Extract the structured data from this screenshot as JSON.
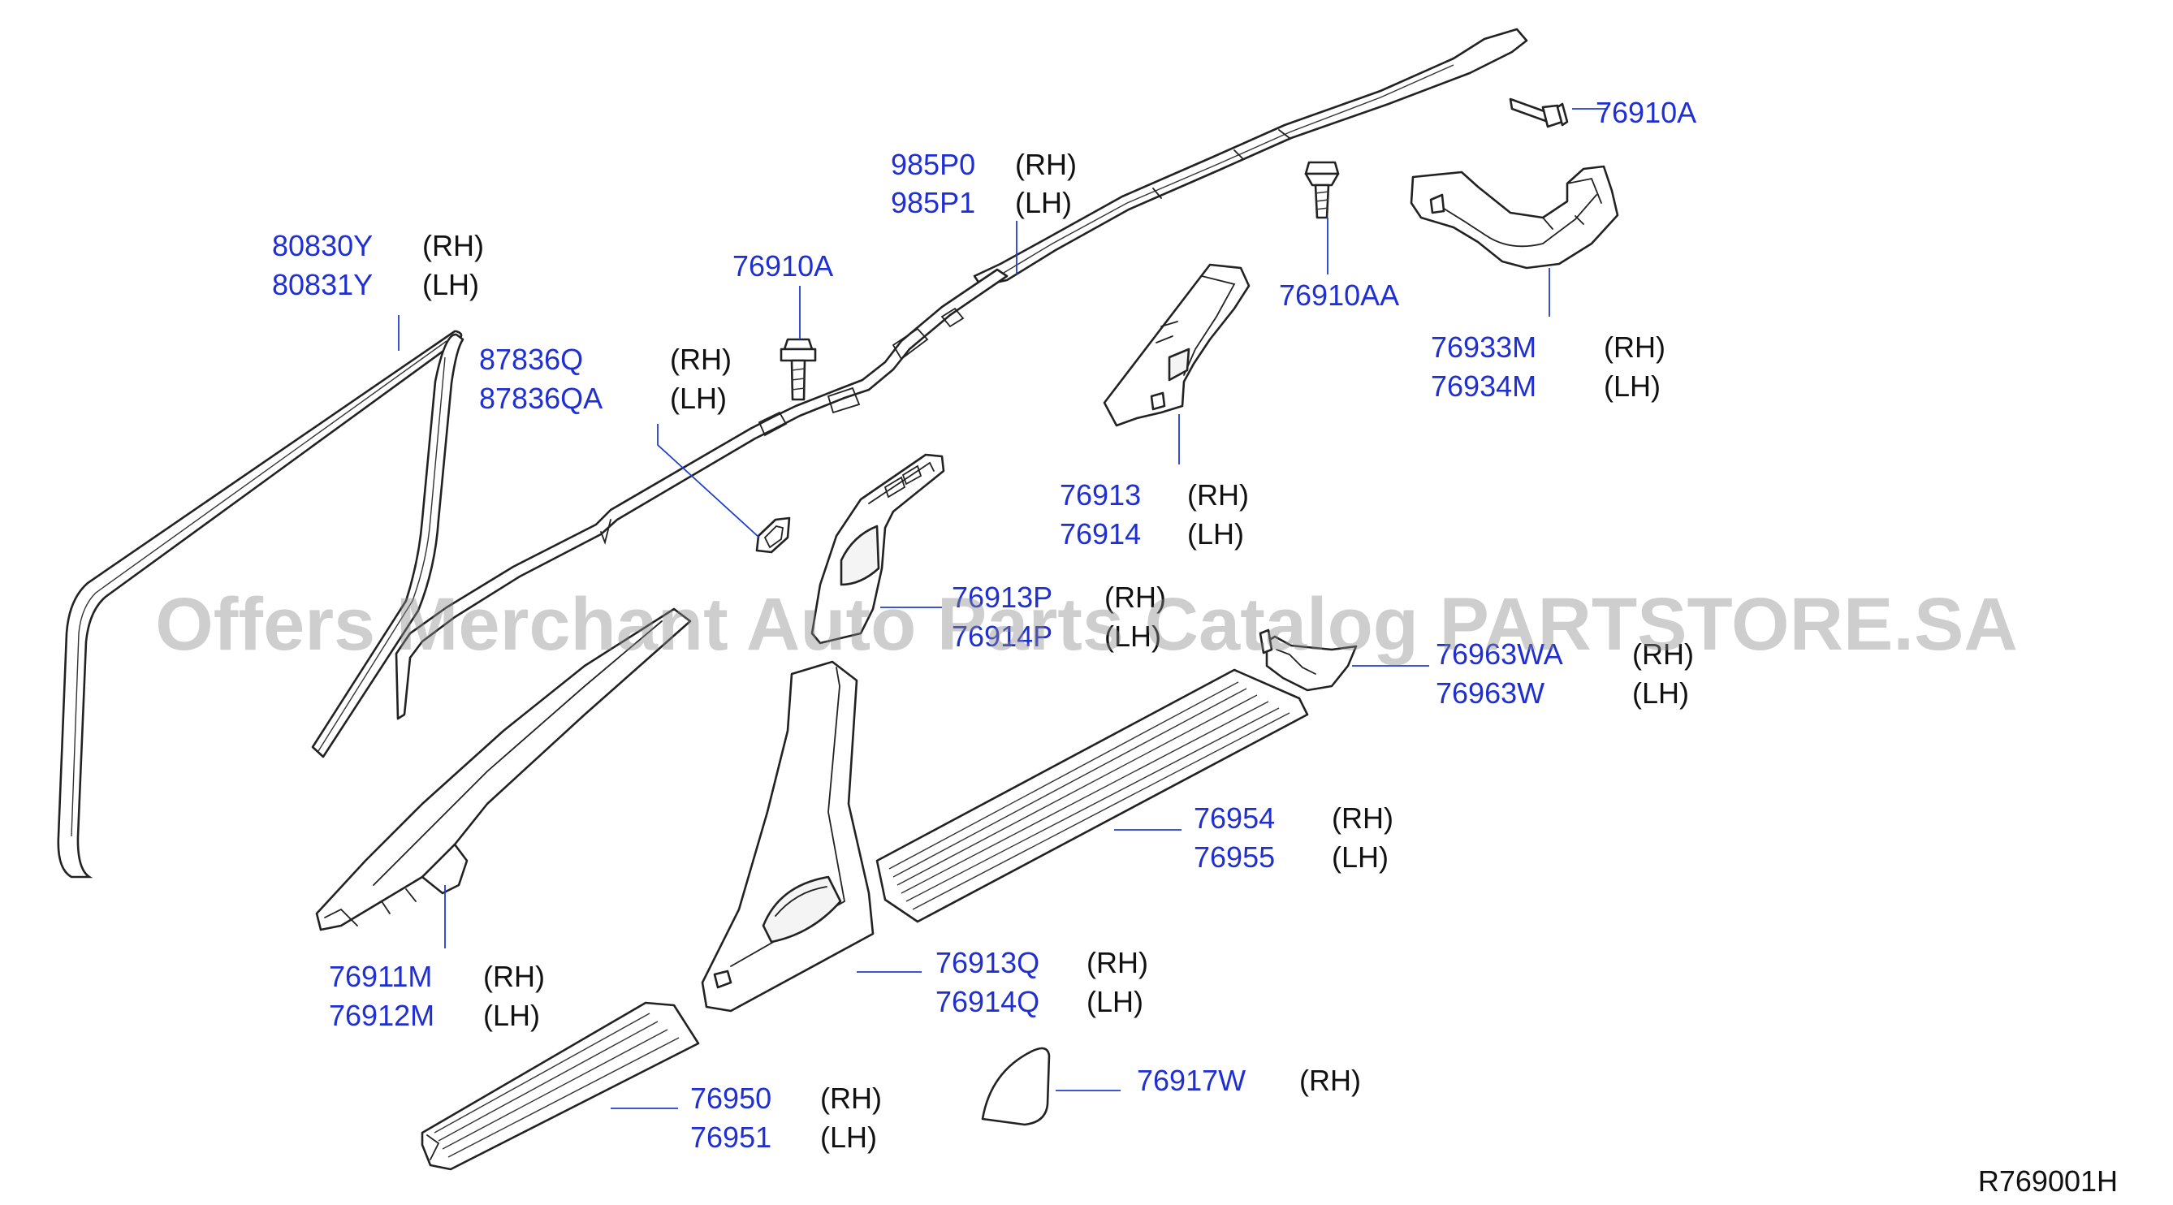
{
  "watermark": "Offers Merchant Auto Parts Catalog PARTSTORE.SA",
  "reference_code": "R769001H",
  "colors": {
    "part_number": "#1f2fd1",
    "leader": "#1f3fd1",
    "text": "#111111",
    "line": "#222222",
    "watermark": "#8a8a8a"
  },
  "callouts": [
    {
      "id": "76910A-top",
      "lines": [
        {
          "pn": "76910A",
          "side": ""
        }
      ]
    },
    {
      "id": "985P0",
      "lines": [
        {
          "pn": "985P0",
          "side": "(RH)"
        },
        {
          "pn": "985P1",
          "side": "(LH)"
        }
      ]
    },
    {
      "id": "80830Y",
      "lines": [
        {
          "pn": "80830Y",
          "side": "(RH)"
        },
        {
          "pn": "80831Y",
          "side": "(LH)"
        }
      ]
    },
    {
      "id": "76910A-mid",
      "lines": [
        {
          "pn": "76910A",
          "side": ""
        }
      ]
    },
    {
      "id": "76910AA",
      "lines": [
        {
          "pn": "76910AA",
          "side": ""
        }
      ]
    },
    {
      "id": "76933M",
      "lines": [
        {
          "pn": "76933M",
          "side": "(RH)"
        },
        {
          "pn": "76934M",
          "side": "(LH)"
        }
      ]
    },
    {
      "id": "87836Q",
      "lines": [
        {
          "pn": "87836Q",
          "side": "(RH)"
        },
        {
          "pn": "87836QA",
          "side": "(LH)"
        }
      ]
    },
    {
      "id": "76913",
      "lines": [
        {
          "pn": "76913",
          "side": "(RH)"
        },
        {
          "pn": "76914",
          "side": "(LH)"
        }
      ]
    },
    {
      "id": "76913P",
      "lines": [
        {
          "pn": "76913P",
          "side": "(RH)"
        },
        {
          "pn": "76914P",
          "side": "(LH)"
        }
      ]
    },
    {
      "id": "76963WA",
      "lines": [
        {
          "pn": "76963WA",
          "side": "(RH)"
        },
        {
          "pn": "76963W",
          "side": "(LH)"
        }
      ]
    },
    {
      "id": "76954",
      "lines": [
        {
          "pn": "76954",
          "side": "(RH)"
        },
        {
          "pn": "76955",
          "side": "(LH)"
        }
      ]
    },
    {
      "id": "76911M",
      "lines": [
        {
          "pn": "76911M",
          "side": "(RH)"
        },
        {
          "pn": "76912M",
          "side": "(LH)"
        }
      ]
    },
    {
      "id": "76913Q",
      "lines": [
        {
          "pn": "76913Q",
          "side": "(RH)"
        },
        {
          "pn": "76914Q",
          "side": "(LH)"
        }
      ]
    },
    {
      "id": "76917W",
      "lines": [
        {
          "pn": "76917W",
          "side": "(RH)"
        }
      ]
    },
    {
      "id": "76950",
      "lines": [
        {
          "pn": "76950",
          "side": "(RH)"
        },
        {
          "pn": "76951",
          "side": "(LH)"
        }
      ]
    }
  ]
}
